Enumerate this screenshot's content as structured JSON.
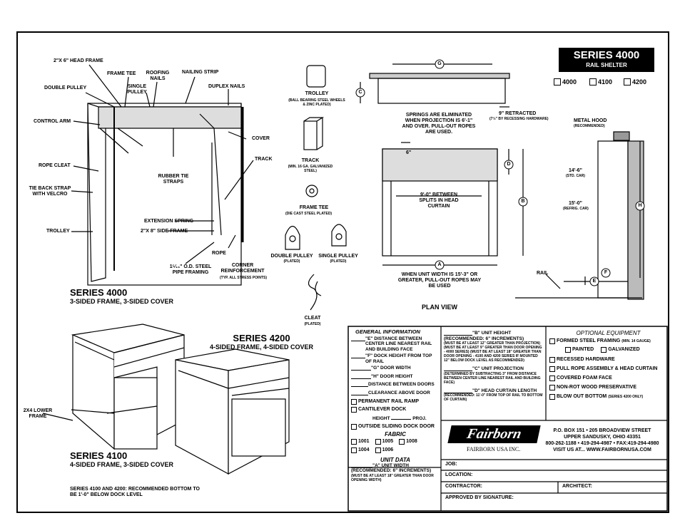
{
  "badge": {
    "series": "SERIES 4000",
    "subtitle": "RAIL SHELTER"
  },
  "models": [
    "4000",
    "4100",
    "4200"
  ],
  "labels_main": {
    "head_frame": "2\"X 6\" HEAD FRAME",
    "frame_tee": "FRAME TEE",
    "roofing_nails": "ROOFING NAILS",
    "nailing_strip": "NAILING STRIP",
    "double_pulley": "DOUBLE PULLEY",
    "single_pulley": "SINGLE PULLEY",
    "duplex_nails": "DUPLEX NAILS",
    "control_arm": "CONTROL ARM",
    "cover": "COVER",
    "track": "TRACK",
    "rope_cleat": "ROPE CLEAT",
    "rubber_tie": "RUBBER TIE STRAPS",
    "tie_back": "TIE BACK STRAP WITH VELCRO",
    "extension_spring": "EXTENSION SPRING",
    "side_frame": "2\"X 8\" SIDE FRAME",
    "trolley": "TROLLEY",
    "rope": "ROPE",
    "pipe_framing": "1⁵⁄₁₆\" O.D. STEEL PIPE FRAMING",
    "corner_reinf": "CORNER REINFORCEMENT",
    "corner_reinf_note": "(TYP. ALL STRESS POINTS)"
  },
  "parts": {
    "trolley": "TROLLEY",
    "trolley_note": "(BALL BEARING STEEL WHEELS & ZINC PLATED)",
    "track": "TRACK",
    "track_note": "(MIN. 16 GA. GALVANIZED STEEL)",
    "frame_tee": "FRAME TEE",
    "frame_tee_note": "(DIE CAST STEEL PLATED)",
    "double_pulley": "DOUBLE PULLEY",
    "double_pulley_note": "(PLATED)",
    "single_pulley": "SINGLE PULLEY",
    "single_pulley_note": "(PLATED)",
    "cleat": "CLEAT",
    "cleat_note": "(PLATED)"
  },
  "captions": {
    "s4000": "SERIES 4000",
    "s4000_sub": "3-SIDED FRAME, 3-SIDED COVER",
    "s4200": "SERIES 4200",
    "s4200_sub": "4-SIDED FRAME, 4-SIDED COVER",
    "s4100": "SERIES 4100",
    "s4100_sub": "4-SIDED FRAME, 3-SIDED COVER",
    "lower_frame": "2X4 LOWER FRAME",
    "bottom_note": "SERIES 4100 AND 4200: RECOMMENDED BOTTOM TO BE 1'-0\" BELOW DOCK LEVEL"
  },
  "plan": {
    "g": "G",
    "c": "C",
    "a": "A",
    "b": "B",
    "d": "D",
    "h": "H",
    "f": "F",
    "e": "E",
    "springs_note": "SPRINGS ARE ELIMINATED WHEN PROJECTION IS 6'-1\" AND OVER. PULL-OUT ROPES ARE USED.",
    "retracted": "9\" RETRACTED",
    "retracted_note": "(7½\" BY RECESSING HARDWARE)",
    "six": "6\"",
    "splits": "9'-0\" BETWEEN SPLITS IN HEAD CURTAIN",
    "width_note": "WHEN UNIT WIDTH IS 15'-3\" OR GREATER, PULL-OUT ROPES MAY BE USED",
    "plan_view": "PLAN VIEW",
    "metal_hood": "METAL HOOD",
    "metal_hood_note": "(RECOMMENDED)",
    "std": "14'-6\"",
    "std_note": "(STD. CAR)",
    "refr": "15'-0\"",
    "refr_note": "(REFRIG. CAR)",
    "rail": "RAIL"
  },
  "general": {
    "title": "GENERAL INFORMATION",
    "e": "\"E\" DISTANCE BETWEEN CENTER LINE NEAREST RAIL AND BUILDING FACE",
    "f": "\"F\" DOCK HEIGHT FROM TOP OF RAIL",
    "g": "\"G\" DOOR WIDTH",
    "h": "\"H\" DOOR HEIGHT",
    "doors": "DISTANCE BETWEEN DOORS",
    "clearance": "CLEARANCE ABOVE DOOR",
    "ramp": "PERMANENT RAIL RAMP",
    "cantilever": "CANTILEVER DOCK",
    "height": "HEIGHT",
    "proj": "PROJ.",
    "outside": "OUTSIDE SLIDING DOCK DOOR",
    "fabric": "FABRIC",
    "fabrics": [
      "1001",
      "1005",
      "1008",
      "1004",
      "1006"
    ],
    "unit_data": "UNIT DATA",
    "a": "\"A\" UNIT WIDTH",
    "a_rec": "(RECOMMENDED: 6\" INCREMENTS)",
    "a_note": "(MUST BE AT LEAST 18\" GREATER THAN DOOR OPENING WIDTH)"
  },
  "unit": {
    "b": "\"B\" UNIT HEIGHT",
    "b_rec": "(RECOMMENDED: 6\" INCREMENTS)",
    "b_note": "(MUST BE AT LEAST 12\" GREATER THAN PROJECTION) (MUST BE AT LEAST 9\" GREATER THAN DOOR OPENING - 4000 SERIES) (MUST BE AT LEAST 18\" GREATER THAN DOOR OPENING - 4100 AND 4200 SERIES IF MOUNTED 12\" BELOW DOCK LEVEL AS RECOMMENDED)",
    "c": "\"C\" UNIT PROJECTION",
    "c_note": "(DETERMINED BY SUBTRACTING 3\" FROM DISTANCE BETWEEN CENTER LINE NEAREST RAIL AND BUILDING FACE)",
    "d": "\"D\" HEAD CURTAIN LENGTH",
    "d_note": "(RECOMMENDED: 11'-0\" FROM TOP OF RAIL TO BOTTOM OF CURTAIN)"
  },
  "optional": {
    "title": "OPTIONAL EQUIPMENT",
    "formed": "FORMED STEEL FRAMING",
    "formed_note": "(MIN. 14 GAUGE)",
    "painted": "PAINTED",
    "galvanized": "GALVANIZED",
    "items": [
      "RECESSED HARDWARE",
      "PULL ROPE ASSEMBLY & HEAD CURTAIN",
      "COVERED FOAM FACE",
      "NON-ROT WOOD PRESERVATIVE"
    ],
    "blow": "BLOW OUT BOTTOM",
    "blow_note": "(SERIES 4200 ONLY)"
  },
  "company": {
    "logo": "Fairborn",
    "name": "FAIRBORN USA INC.",
    "addr1": "P.O. BOX 151 • 205 BROADVIEW STREET",
    "addr2": "UPPER SANDUSKY, OHIO 43351",
    "phone": "800-262-1188 • 419-294-4987 • FAX:419-294-4980",
    "web": "VISIT US AT... WWW.FAIRBORNUSA.COM"
  },
  "fields": {
    "job": "JOB:",
    "location": "LOCATION:",
    "contractor": "CONTRACTOR:",
    "architect": "ARCHITECT:",
    "approved": "APPROVED BY SIGNATURE:"
  }
}
